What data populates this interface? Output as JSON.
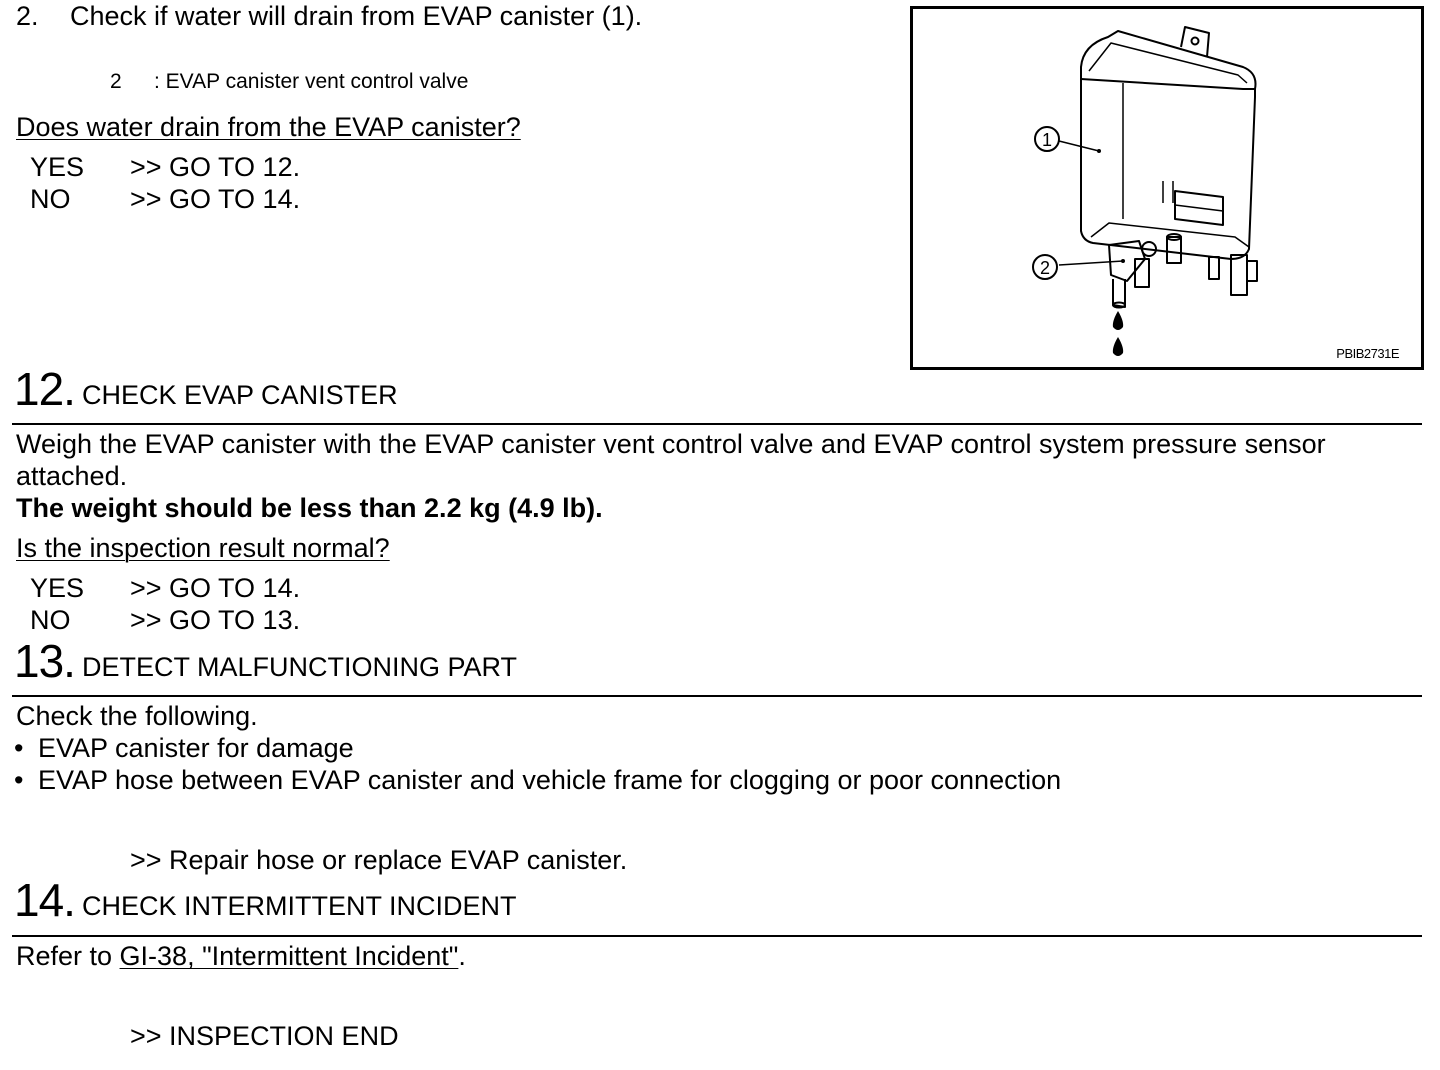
{
  "step2": {
    "num": "2.",
    "text": "Check if water will drain from EVAP canister (1).",
    "callout_num": "2",
    "callout_text": ": EVAP canister vent control valve",
    "question": "Does water drain from the EVAP canister?",
    "answers": [
      {
        "label": "YES",
        "action": ">> GO TO 12."
      },
      {
        "label": "NO",
        "action": ">> GO TO 14."
      }
    ]
  },
  "figure": {
    "callout_1": "1",
    "callout_2": "2",
    "code": "PBIB2731E"
  },
  "section12": {
    "num": "12.",
    "title": "CHECK EVAP CANISTER",
    "line1": "Weigh the EVAP canister with the EVAP canister vent control valve and EVAP control system pressure sensor",
    "line2": "attached.",
    "spec": "The weight should be less than 2.2 kg (4.9 lb).",
    "question": "Is the inspection result normal?",
    "answers": [
      {
        "label": "YES",
        "action": ">> GO TO 14."
      },
      {
        "label": "NO",
        "action": ">> GO TO 13."
      }
    ]
  },
  "section13": {
    "num": "13.",
    "title": "DETECT MALFUNCTIONING PART",
    "intro": "Check the following.",
    "bullet": "•",
    "items": [
      "EVAP canister for damage",
      "EVAP hose between EVAP canister and vehicle frame for clogging or poor connection"
    ],
    "action": ">> Repair hose or replace EVAP canister."
  },
  "section14": {
    "num": "14.",
    "title": "CHECK INTERMITTENT INCIDENT",
    "refer_prefix": "Refer to ",
    "refer_link": "GI-38, \"Intermittent Incident\"",
    "refer_suffix": ".",
    "action": ">> INSPECTION END"
  }
}
